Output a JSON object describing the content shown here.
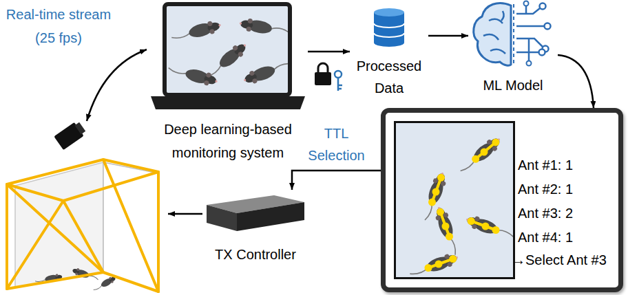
{
  "diagram": {
    "nodes": [
      {
        "text": [
          "Deep learning-based monitoring system"
        ]
      },
      {
        "text": [
          "Processed Data"
        ]
      },
      {
        "text": [
          "ML Model"
        ]
      },
      {
        "text": [
          "Ant #1: 1",
          "Ant #2: 1",
          "Ant #3: 2",
          "Ant #4: 1",
          "→Select Ant #3"
        ]
      },
      {
        "text": [
          "TX Controller"
        ]
      }
    ],
    "edges": [
      {
        "from": 0,
        "to": 1,
        "arrow": "to"
      },
      {
        "from": 1,
        "to": 2,
        "arrow": "to"
      },
      {
        "from": 2,
        "to": 3,
        "arrow": "to"
      },
      {
        "from": 3,
        "to": 4,
        "label": "TTL Selection",
        "arrow": "to"
      }
    ],
    "labels": [
      "Real-time stream (25 fps)"
    ]
  }
}
